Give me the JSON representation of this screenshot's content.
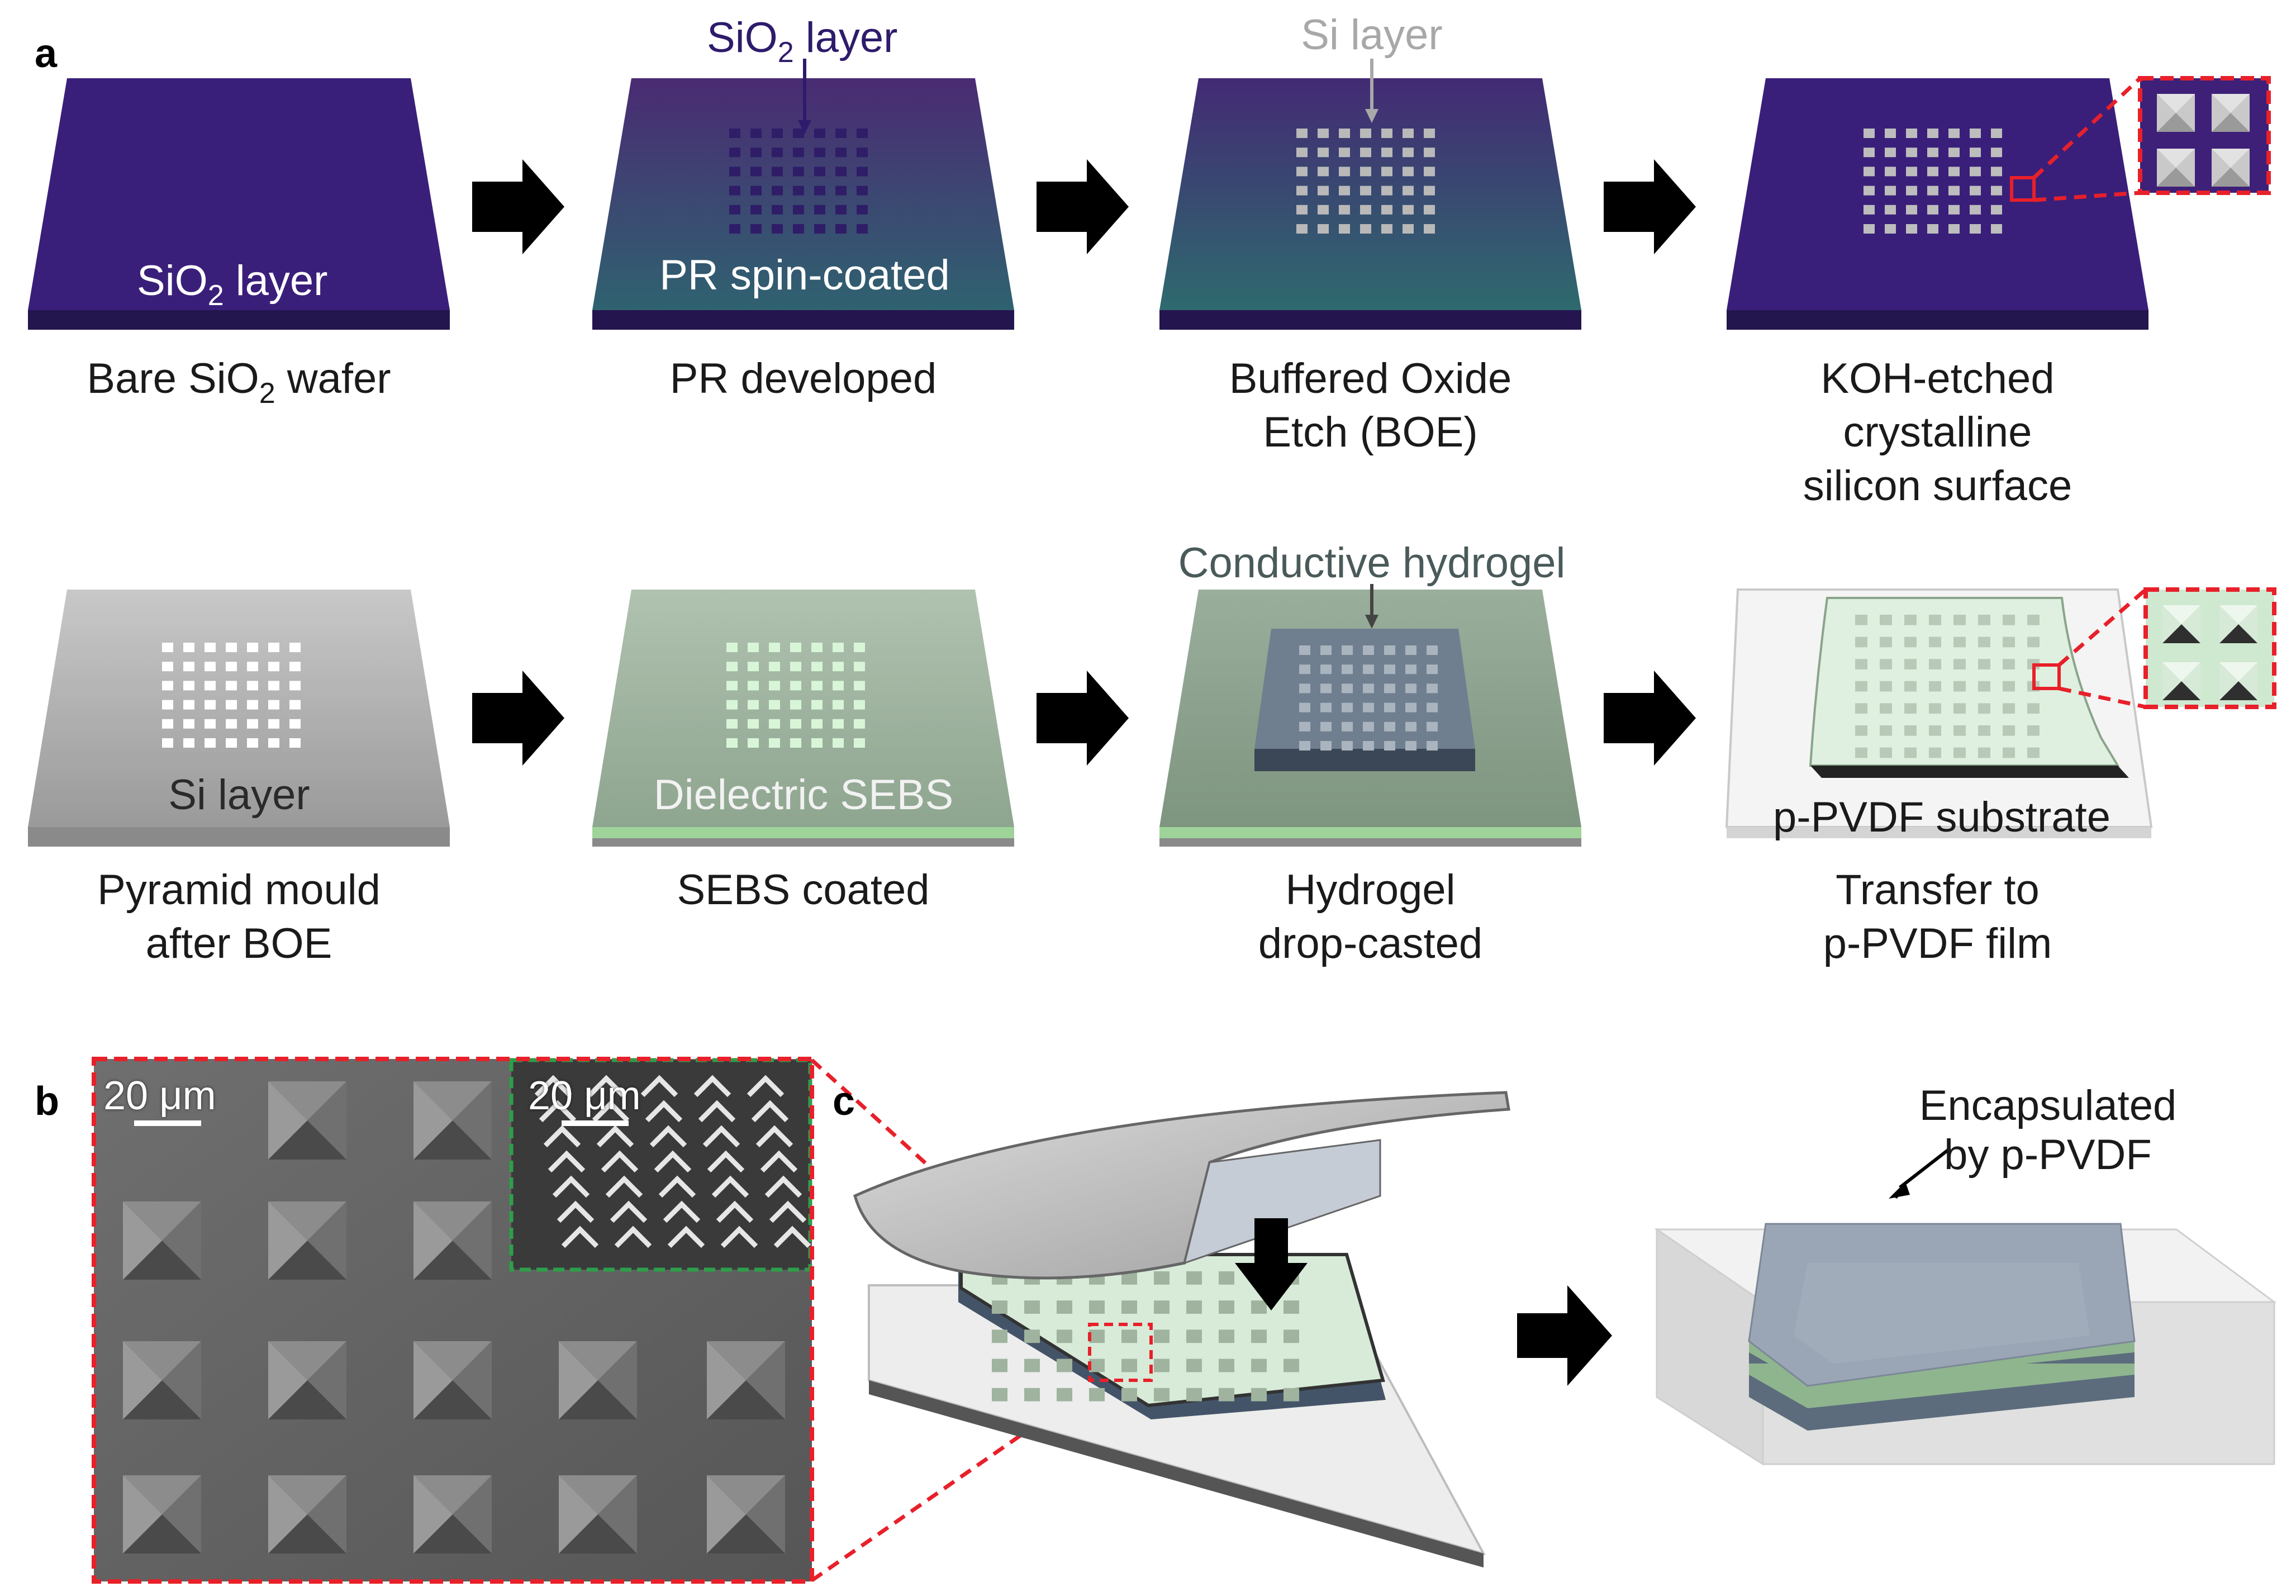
{
  "panels": {
    "a": "a",
    "b": "b",
    "c": "c"
  },
  "row1": {
    "step1": {
      "overlay_pre": "SiO",
      "overlay_sub": "2",
      "overlay_post": " layer",
      "caption_pre": "Bare SiO",
      "caption_sub": "2",
      "caption_post": " wafer"
    },
    "step2": {
      "label_pre": "SiO",
      "label_sub": "2",
      "label_post": " layer",
      "overlay": "PR spin-coated",
      "caption": "PR developed"
    },
    "step3": {
      "label": "Si layer",
      "caption_lines": [
        "Buffered Oxide",
        "Etch (BOE)"
      ]
    },
    "step4": {
      "caption_lines": [
        "KOH-etched",
        "crystalline",
        "silicon surface"
      ]
    }
  },
  "row2": {
    "step1": {
      "overlay": "Si layer",
      "caption_lines": [
        "Pyramid mould",
        "after BOE"
      ]
    },
    "step2": {
      "overlay": "Dielectric SEBS",
      "caption": "SEBS coated"
    },
    "step3": {
      "label": "Conductive hydrogel",
      "caption_lines": [
        "Hydrogel",
        "drop-casted"
      ]
    },
    "step4": {
      "overlay": "p-PVDF substrate",
      "caption_lines": [
        "Transfer to",
        "p-PVDF film"
      ]
    }
  },
  "panel_b": {
    "scale_main": "20 μm",
    "scale_inset": "20 μm"
  },
  "panel_c": {
    "label_lines": [
      "Encapsulated",
      "by p-PVDF"
    ]
  },
  "colors": {
    "sio2_purple": "#3a1f7a",
    "si_gray": "#9e9e9e",
    "sebs_green": "#a9c4a8",
    "highlight_red": "#e8202a",
    "inset_green": "#2e9e4a",
    "arrow_black": "#000000"
  },
  "icons": {
    "process_arrow": "block-arrow-right-icon",
    "label_pointer": "thin-arrow-down-icon"
  }
}
